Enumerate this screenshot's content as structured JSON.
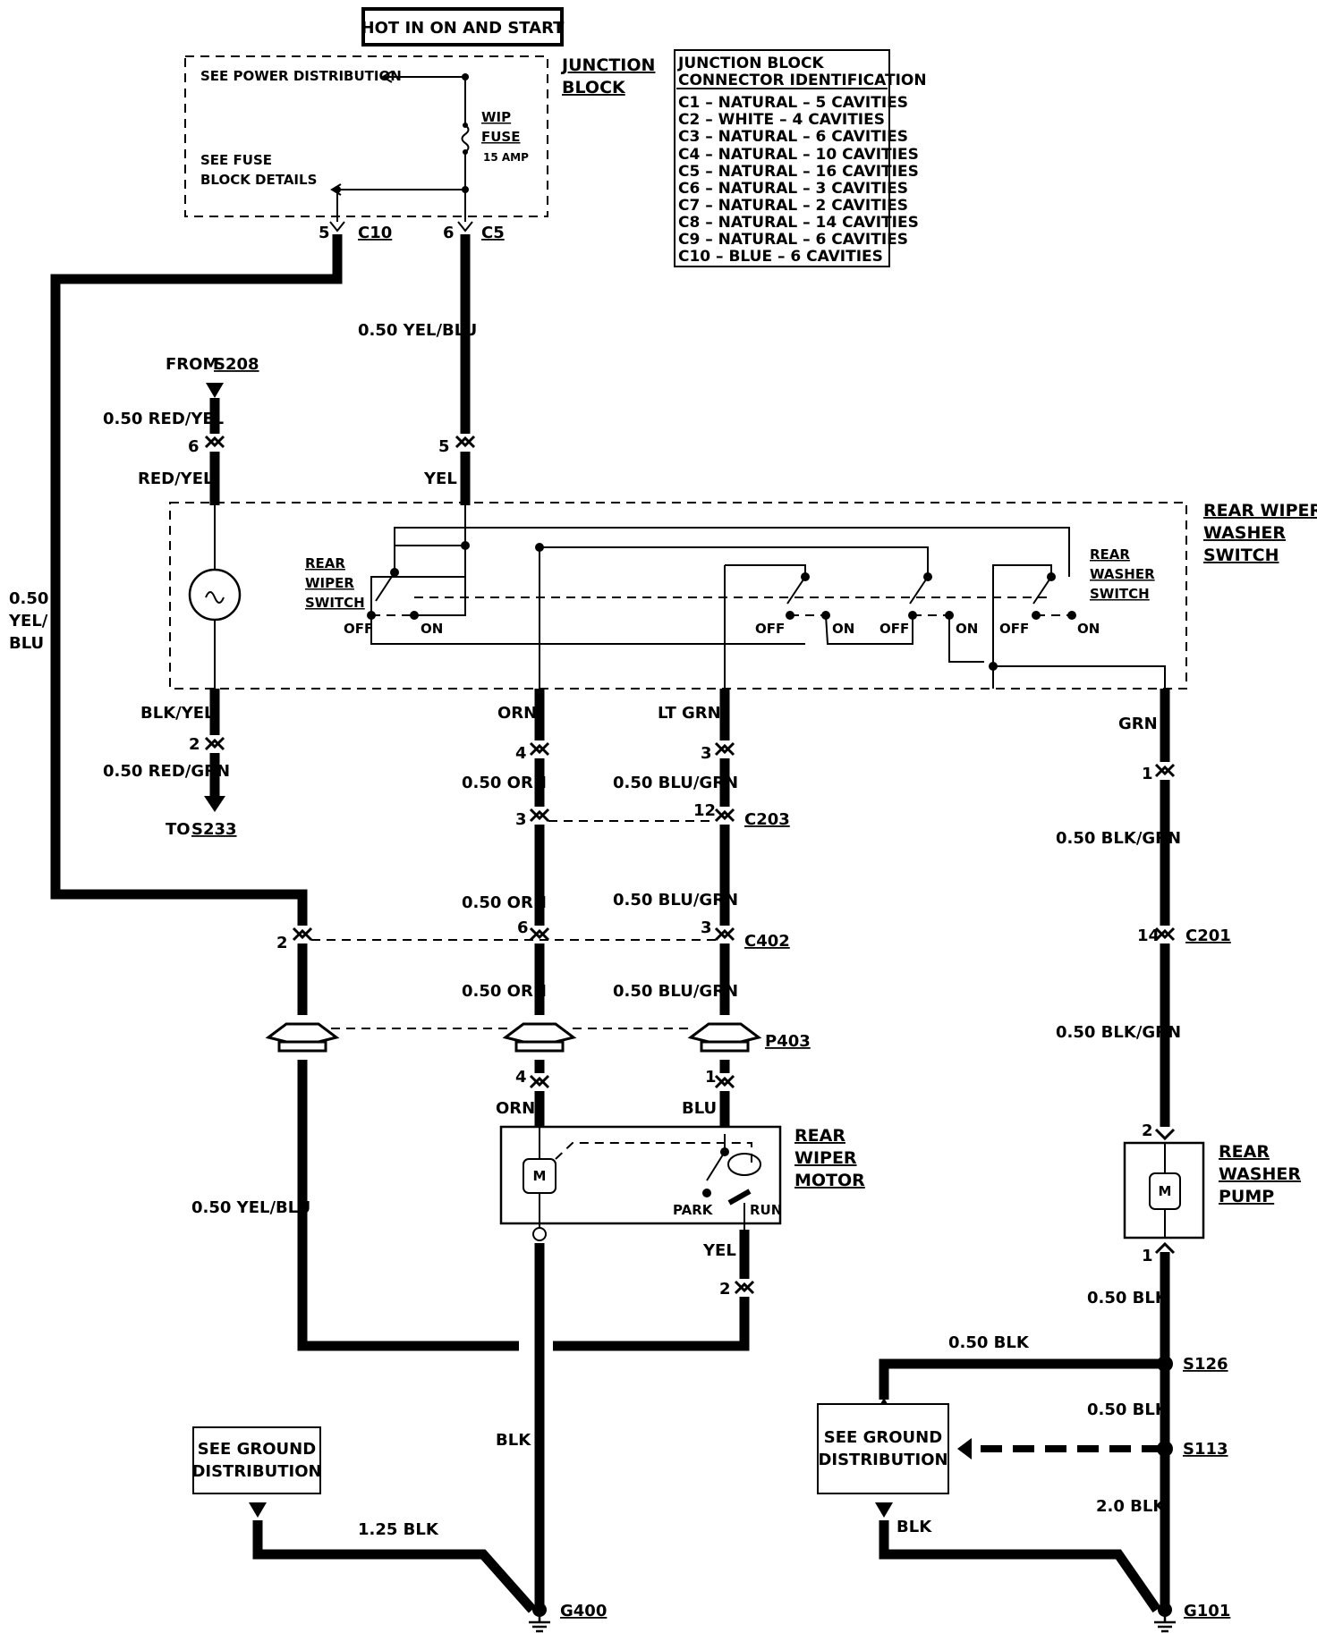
{
  "header": {
    "title": "HOT IN ON AND START"
  },
  "junction_block": {
    "title_line1": "JUNCTION",
    "title_line2": "BLOCK",
    "see_power": "SEE POWER DISTRIBUTION",
    "see_fuse_1": "SEE FUSE",
    "see_fuse_2": "BLOCK DETAILS",
    "fuse_1": "WIP",
    "fuse_2": "FUSE",
    "fuse_3": "15 AMP",
    "pin_left": "5",
    "conn_left": "C10",
    "pin_right": "6",
    "conn_right": "C5"
  },
  "connector_table": {
    "title_1": "JUNCTION BLOCK",
    "title_2": "CONNECTOR IDENTIFICATION",
    "rows": [
      "C1 – NATURAL – 5 CAVITIES",
      "C2 – WHITE – 4 CAVITIES",
      "C3 – NATURAL – 6 CAVITIES",
      "C4 – NATURAL – 10 CAVITIES",
      "C5 – NATURAL – 16 CAVITIES",
      "C6 – NATURAL – 3 CAVITIES",
      "C7 – NATURAL – 2 CAVITIES",
      "C8 – NATURAL – 14 CAVITIES",
      "C9 – NATURAL – 6 CAVITIES",
      "C10 – BLUE – 6 CAVITIES"
    ]
  },
  "wires": {
    "yelblu_top": "0.50 YEL/BLU",
    "from": "FROM",
    "s208": "S208",
    "redyel_050": "0.50 RED/YEL",
    "pin6": "6",
    "redyel": "RED/YEL",
    "pin5": "5",
    "yel": "YEL",
    "left_1": "0.50",
    "left_2": "YEL/",
    "left_3": "BLU",
    "blkyel": "BLK/YEL",
    "pin2": "2",
    "redgrn": "0.50 RED/GRN",
    "to": "TO",
    "s233": "S233",
    "orn": "ORN",
    "ltgrn": "LT GRN",
    "grn": "GRN",
    "pin4": "4",
    "pin3": "3",
    "pin1": "1",
    "orn050": "0.50 ORN",
    "blugrn050": "0.50 BLU/GRN",
    "blkgrn050": "0.50 BLK/GRN",
    "pin12": "12",
    "c203": "C203",
    "pin14": "14",
    "c201": "C201",
    "c402": "C402",
    "p403": "P403",
    "blu": "BLU",
    "yelblu_mid": "0.50 YEL/BLU",
    "blk050": "0.50 BLK",
    "s126": "S126",
    "s113": "S113",
    "blk20": "2.0 BLK",
    "blk": "BLK",
    "blk125": "1.25 BLK",
    "g400": "G400",
    "g101": "G101"
  },
  "switch": {
    "title_1": "REAR WIPER/",
    "title_2": "WASHER",
    "title_3": "SWITCH",
    "wiper_1": "REAR",
    "wiper_2": "WIPER",
    "wiper_3": "SWITCH",
    "washer_1": "REAR",
    "washer_2": "WASHER",
    "washer_3": "SWITCH",
    "off": "OFF",
    "on": "ON"
  },
  "motor": {
    "title_1": "REAR",
    "title_2": "WIPER",
    "title_3": "MOTOR",
    "park": "PARK",
    "run": "RUN",
    "m": "M"
  },
  "pump": {
    "title_1": "REAR",
    "title_2": "WASHER",
    "title_3": "PUMP",
    "m": "M"
  },
  "ground_left": {
    "line1": "SEE GROUND",
    "line2": "DISTRIBUTION"
  },
  "ground_right": {
    "line1": "SEE GROUND",
    "line2": "DISTRIBUTION"
  }
}
